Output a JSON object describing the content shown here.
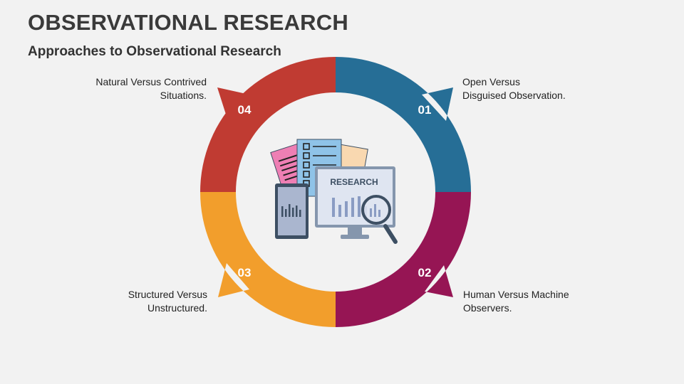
{
  "header": {
    "title": "OBSERVATIONAL RESEARCH",
    "subtitle": "Approaches to Observational Research"
  },
  "segments": [
    {
      "number": "01",
      "label": "Open Versus\nDisguised Observation.",
      "color": "#266e96"
    },
    {
      "number": "02",
      "label": "Human Versus Machine\nObservers.",
      "color": "#961554"
    },
    {
      "number": "03",
      "label": "Structured Versus\nUnstructured.",
      "color": "#f29e2c"
    },
    {
      "number": "04",
      "label": "Natural Versus Contrived\nSituations.",
      "color": "#c03b32"
    }
  ],
  "center_icon": {
    "monitor_text": "RESEARCH",
    "icons": [
      "documents-icon",
      "checklist-icon",
      "tablet-chart-icon",
      "monitor-chart-icon",
      "magnifier-icon"
    ]
  }
}
